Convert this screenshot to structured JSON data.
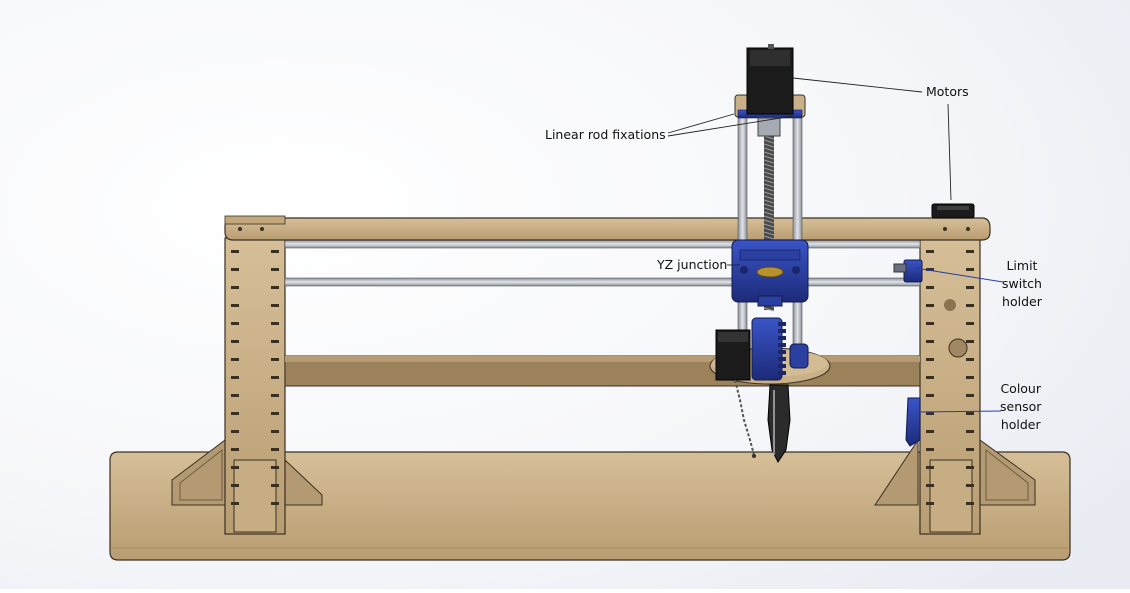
{
  "annotations": {
    "motors": "Motors",
    "linear_rod_fixations": "Linear rod fixations",
    "yz_junction": "YZ junction",
    "limit_switch_holder": [
      "Limit",
      "switch",
      "holder"
    ],
    "colour_sensor_holder": [
      "Colour",
      "sensor",
      "holder"
    ]
  },
  "colors": {
    "wood": "#c9b089",
    "wood_dark": "#8a7350",
    "rod": "#b9bdc4",
    "blue_part": "#2a3fa0",
    "motor_black": "#1b1b1b",
    "background_top": "#f7f8fb",
    "background_bottom": "#ffffff"
  }
}
